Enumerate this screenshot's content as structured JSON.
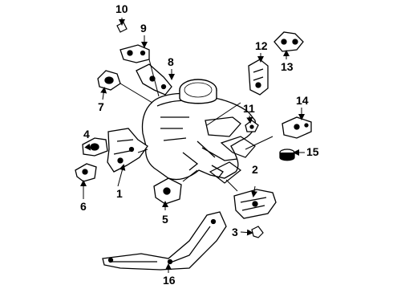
{
  "callouts": [
    {
      "id": "1",
      "text": "1"
    },
    {
      "id": "2",
      "text": "2"
    },
    {
      "id": "3",
      "text": "3"
    },
    {
      "id": "4",
      "text": "4"
    },
    {
      "id": "5",
      "text": "5"
    },
    {
      "id": "6",
      "text": "6"
    },
    {
      "id": "7",
      "text": "7"
    },
    {
      "id": "8",
      "text": "8"
    },
    {
      "id": "9",
      "text": "9"
    },
    {
      "id": "10",
      "text": "10"
    },
    {
      "id": "11",
      "text": "11"
    },
    {
      "id": "12",
      "text": "12"
    },
    {
      "id": "13",
      "text": "13"
    },
    {
      "id": "14",
      "text": "14"
    },
    {
      "id": "15",
      "text": "15"
    },
    {
      "id": "16",
      "text": "16"
    }
  ],
  "colors": {
    "line": "#000000",
    "background": "#ffffff"
  }
}
